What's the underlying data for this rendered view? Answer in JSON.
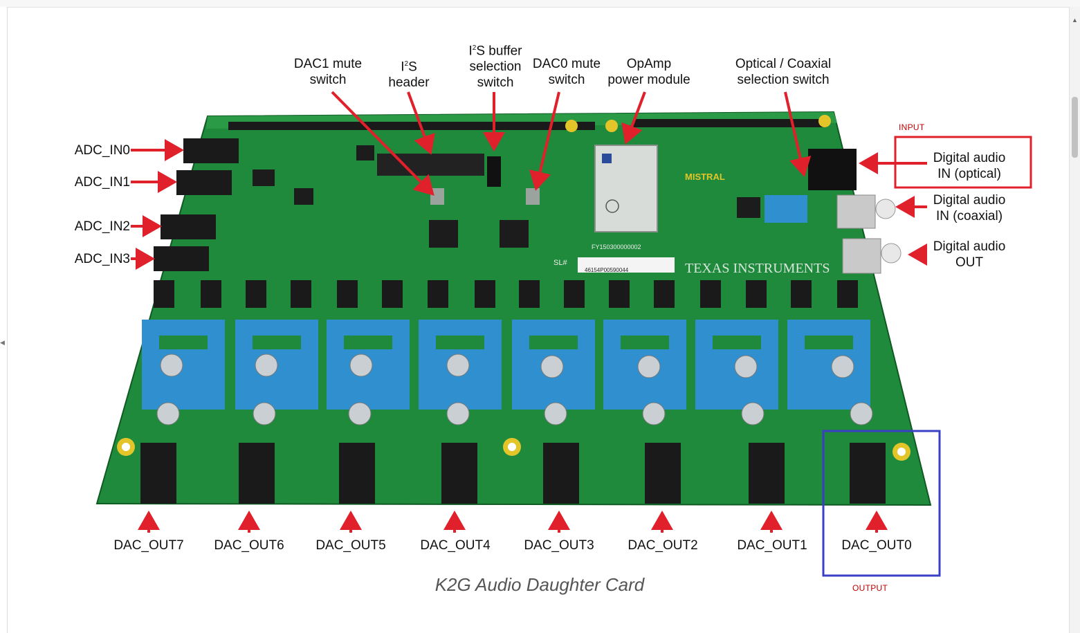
{
  "figure": {
    "caption": "K2G Audio Daughter Card",
    "annotations": {
      "input_tag": "INPUT",
      "output_tag": "OUTPUT"
    },
    "board": {
      "brand": "MISTRAL",
      "maker": "TEXAS INSTRUMENTS",
      "serial": "46154P00590044",
      "sl_prefix": "SL#",
      "fy_code": "FY150300000002"
    },
    "top_labels": {
      "dac1_mute": [
        "DAC1 mute",
        "switch"
      ],
      "i2s_header": [
        "I",
        "2",
        "S",
        "header"
      ],
      "i2s_buffer": [
        "I",
        "2",
        "S buffer",
        "selection",
        "switch"
      ],
      "dac0_mute": [
        "DAC0 mute",
        "switch"
      ],
      "opamp": [
        "OpAmp",
        "power module"
      ],
      "optical_coax": [
        "Optical / Coaxial",
        "selection switch"
      ]
    },
    "left_labels": [
      "ADC_IN0",
      "ADC_IN1",
      "ADC_IN2",
      "ADC_IN3"
    ],
    "right_labels": {
      "optical": [
        "Digital audio",
        "IN (optical)"
      ],
      "coaxial": [
        "Digital audio",
        "IN (coaxial)"
      ],
      "out": [
        "Digital audio",
        "OUT"
      ]
    },
    "bottom_labels": [
      "DAC_OUT7",
      "DAC_OUT6",
      "DAC_OUT5",
      "DAC_OUT4",
      "DAC_OUT3",
      "DAC_OUT2",
      "DAC_OUT1",
      "DAC_OUT0"
    ],
    "colors": {
      "pcb": "#1f8a3c",
      "pcb_dark": "#156b2c",
      "arrow": "#e0202a",
      "input_box": "#e0202a",
      "output_box": "#3a3fc4",
      "capacitor_blue": "#2f8fcf"
    }
  }
}
